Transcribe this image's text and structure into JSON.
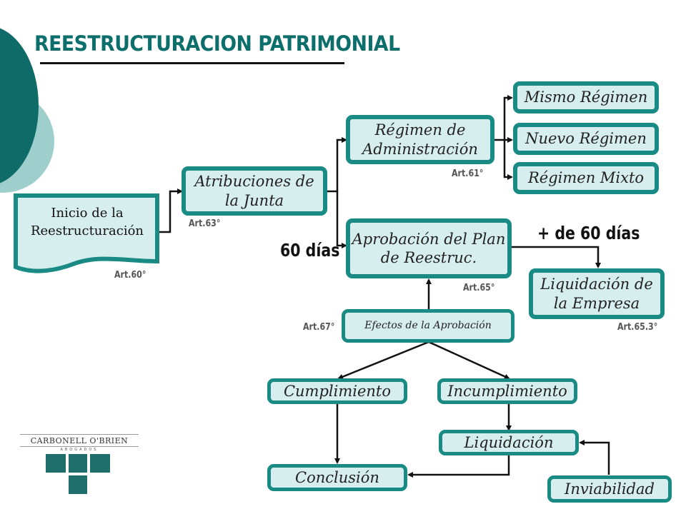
{
  "title": "REESTRUCTURACION PATRIMONIAL",
  "colors": {
    "teal_border": "#1a8a85",
    "node_fill": "#d7eeee",
    "title": "#0d6f6b",
    "decor_dark": "#0e6b67",
    "decor_light": "#9fcfcd"
  },
  "nodes": {
    "inicio": "Inicio de la Reestructuración",
    "atribuciones": "Atribuciones de la Junta",
    "regimen_admin": "Régimen de Administración",
    "mismo": "Mismo Régimen",
    "nuevo": "Nuevo Régimen",
    "mixto": "Régimen Mixto",
    "aprobacion": "Aprobación del Plan de Reestruc.",
    "liq_empresa": "Liquidación de la Empresa",
    "efectos": "Efectos de la Aprobación",
    "cumplimiento": "Cumplimiento",
    "incumplimiento": "Incumplimiento",
    "liquidacion": "Liquidación",
    "conclusion": "Conclusión",
    "inviabilidad": "Inviabilidad"
  },
  "labels": {
    "art60": "Art.60°",
    "art63": "Art.63°",
    "art61": "Art.61°",
    "art65": "Art.65°",
    "art67": "Art.67°",
    "art653": "Art.65.3°",
    "dias60": "60 días",
    "mas60": "+ de 60 días"
  },
  "logo": {
    "name": "CARBONELL O'BRIEN",
    "sub": "ABOGADOS"
  }
}
